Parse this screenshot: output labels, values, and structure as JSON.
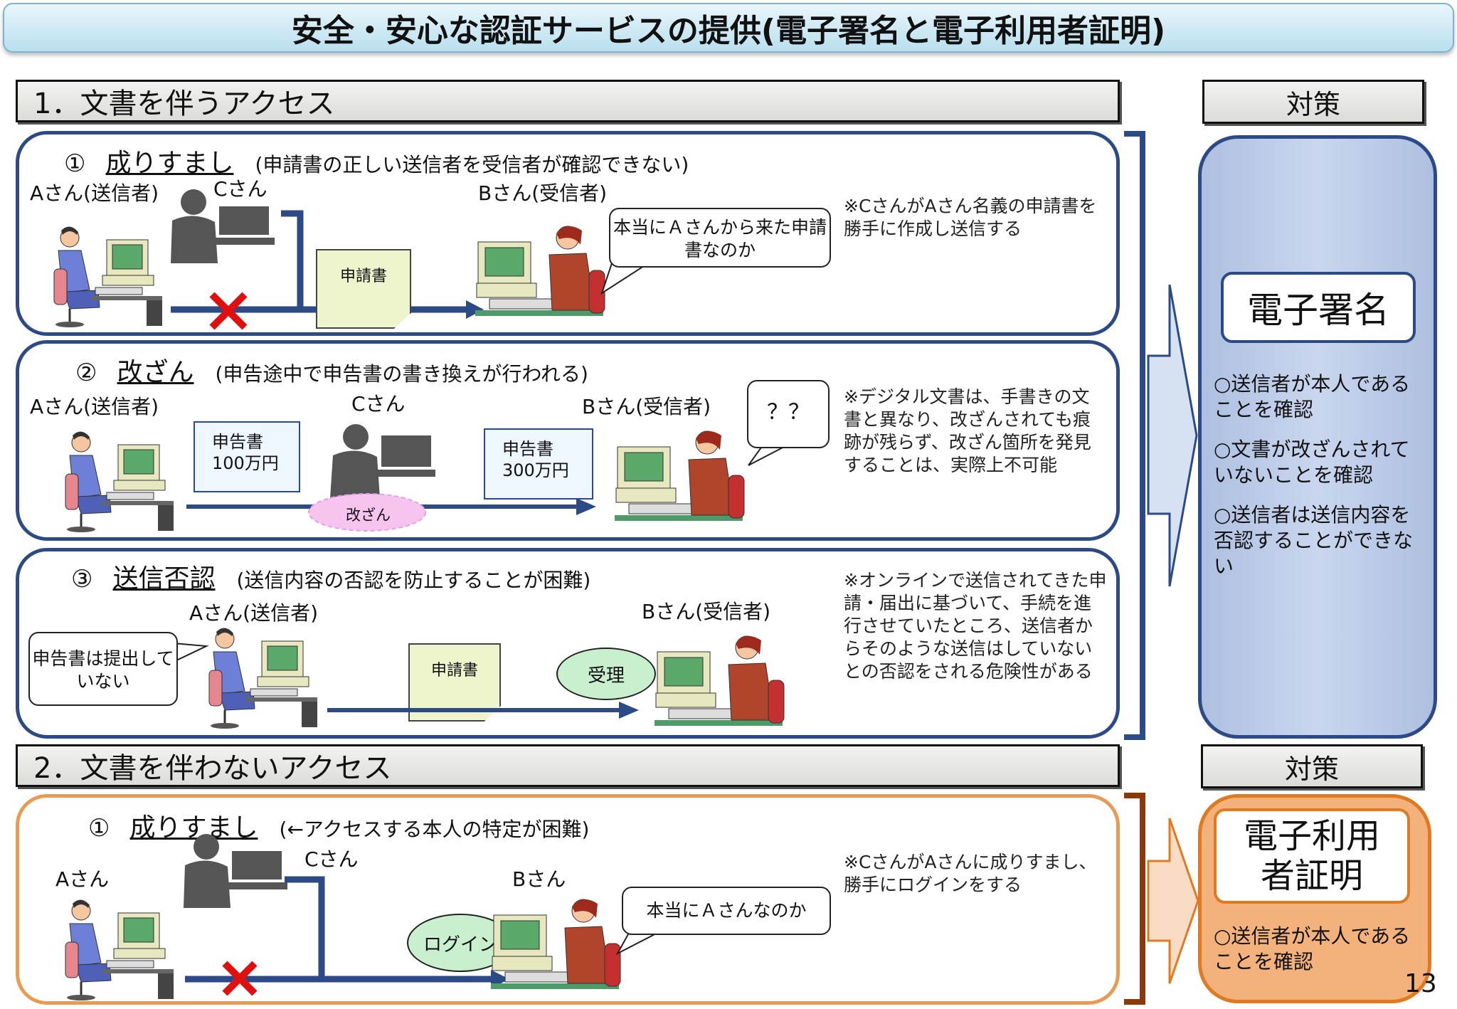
{
  "title": "安全・安心な認証サービスの提供(電子署名と電子利用者証明)",
  "section1": {
    "title": "1．文書を伴うアクセス",
    "taisaku_label": "対策",
    "cases": [
      {
        "num": "①",
        "name": "成りすまし",
        "desc": "(申請書の正しい送信者を受信者が確認できない)",
        "sender": "Aさん(送信者)",
        "attacker": "Cさん",
        "receiver": "Bさん(受信者)",
        "doc": "申請書",
        "bubble": "本当にＡさんから来た申請書なのか",
        "note": "※CさんがAさん名義の申請書を勝手に作成し送信する"
      },
      {
        "num": "②",
        "name": "改ざん",
        "desc": "(申告途中で申告書の書き換えが行われる)",
        "sender": "Aさん(送信者)",
        "attacker": "Cさん",
        "receiver": "Bさん(受信者)",
        "doc1_title": "申告書",
        "doc1_value": "100万円",
        "doc2_title": "申告書",
        "doc2_value": "300万円",
        "tamper": "改ざん",
        "bubble": "？？",
        "note": "※デジタル文書は、手書きの文書と異なり、改ざんされても痕跡が残らず、改ざん箇所を発見することは、実際上不可能"
      },
      {
        "num": "③",
        "name": "送信否認",
        "desc": "(送信内容の否認を防止することが困難)",
        "sender": "Aさん(送信者)",
        "receiver": "Bさん(受信者)",
        "doc": "申請書",
        "accept": "受理",
        "bubble": "申告書は提出していない",
        "note": "※オンラインで送信されてきた申請・届出に基づいて、手続を進行させていたところ、送信者からそのような送信はしていないとの否認をされる危険性がある"
      }
    ],
    "countermeasure": {
      "name": "電子署名",
      "points": [
        "○送信者が本人であることを確認",
        "○文書が改ざんされていないことを確認",
        "○送信者は送信内容を否認することができない"
      ]
    }
  },
  "section2": {
    "title": "2．文書を伴わないアクセス",
    "taisaku_label": "対策",
    "case": {
      "num": "①",
      "name": "成りすまし",
      "desc": "(←アクセスする本人の特定が困難)",
      "sender": "Aさん",
      "attacker": "Cさん",
      "receiver": "Bさん",
      "login": "ログイン",
      "bubble": "本当にＡさんなのか",
      "note": "※CさんがAさんに成りすまし、勝手にログインをする"
    },
    "countermeasure": {
      "name": "電子利用者証明",
      "points": [
        "○送信者が本人であることを確認"
      ]
    }
  },
  "page_number": "13",
  "colors": {
    "navy": "#2c4a86",
    "orange": "#e89b55",
    "blue_fill": "#aebfe0",
    "orange_fill": "#f3b27b"
  },
  "icons": [
    "person-at-computer-icon",
    "silhouette-attacker-icon",
    "red-x-icon",
    "arrow-icon"
  ]
}
